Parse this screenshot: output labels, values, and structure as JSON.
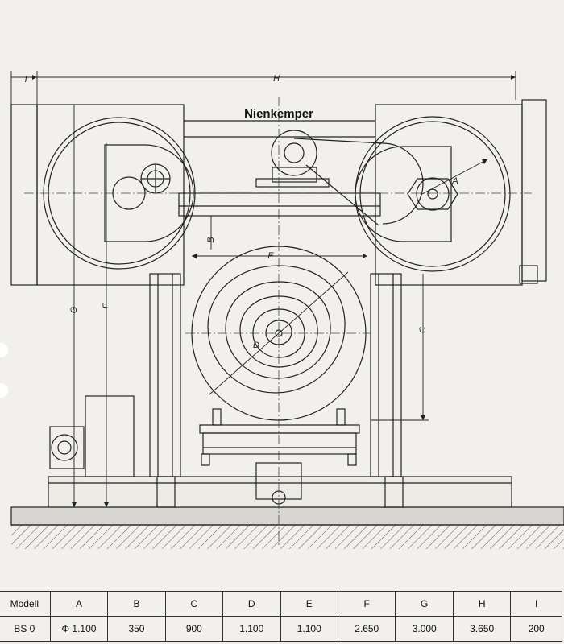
{
  "drawing": {
    "brand": "Nienkemper",
    "dimension_labels": {
      "A": "A",
      "B": "B",
      "C": "C",
      "D": "D",
      "E": "E",
      "F": "F",
      "G": "G",
      "H": "H",
      "I": "I"
    }
  },
  "table": {
    "header": [
      "Modell",
      "A",
      "B",
      "C",
      "D",
      "E",
      "F",
      "G",
      "H",
      "I"
    ],
    "row": [
      "BS 0",
      "Φ 1.100",
      "350",
      "900",
      "1.100",
      "1.100",
      "2.650",
      "3.000",
      "3.650",
      "200"
    ]
  }
}
